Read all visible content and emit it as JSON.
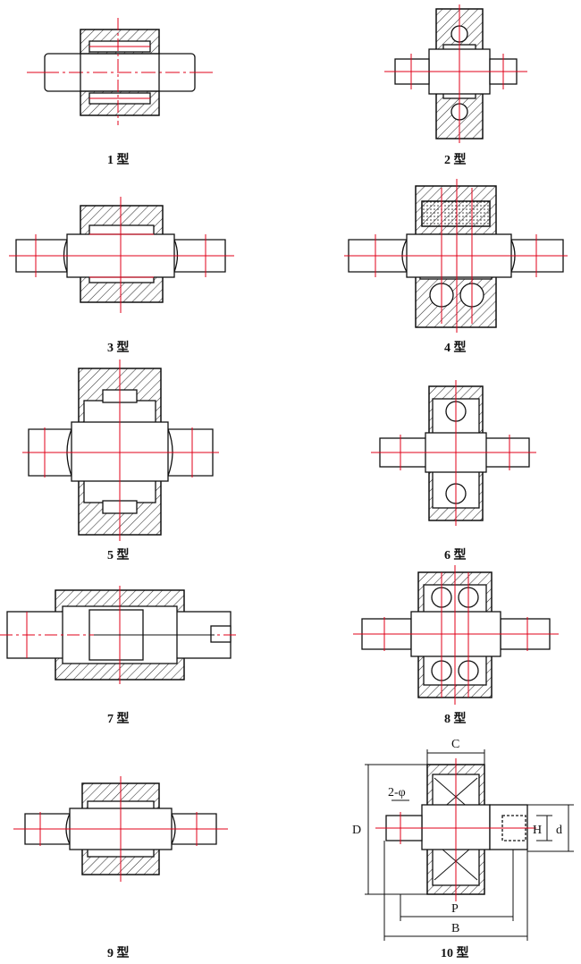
{
  "captions": {
    "t1": "1 型",
    "t2": "2 型",
    "t3": "3 型",
    "t4": "4 型",
    "t5": "5 型",
    "t6": "6 型",
    "t7": "7 型",
    "t8": "8 型",
    "t9": "9 型",
    "t10": "10 型"
  },
  "dimensions": {
    "c": "C",
    "d_outer": "D",
    "phi": "2-φ",
    "h": "H",
    "d_inner": "d",
    "p": "P",
    "b": "B"
  },
  "colors": {
    "line": "#111111",
    "centerline": "#e0001a",
    "hatch": "#333333"
  }
}
